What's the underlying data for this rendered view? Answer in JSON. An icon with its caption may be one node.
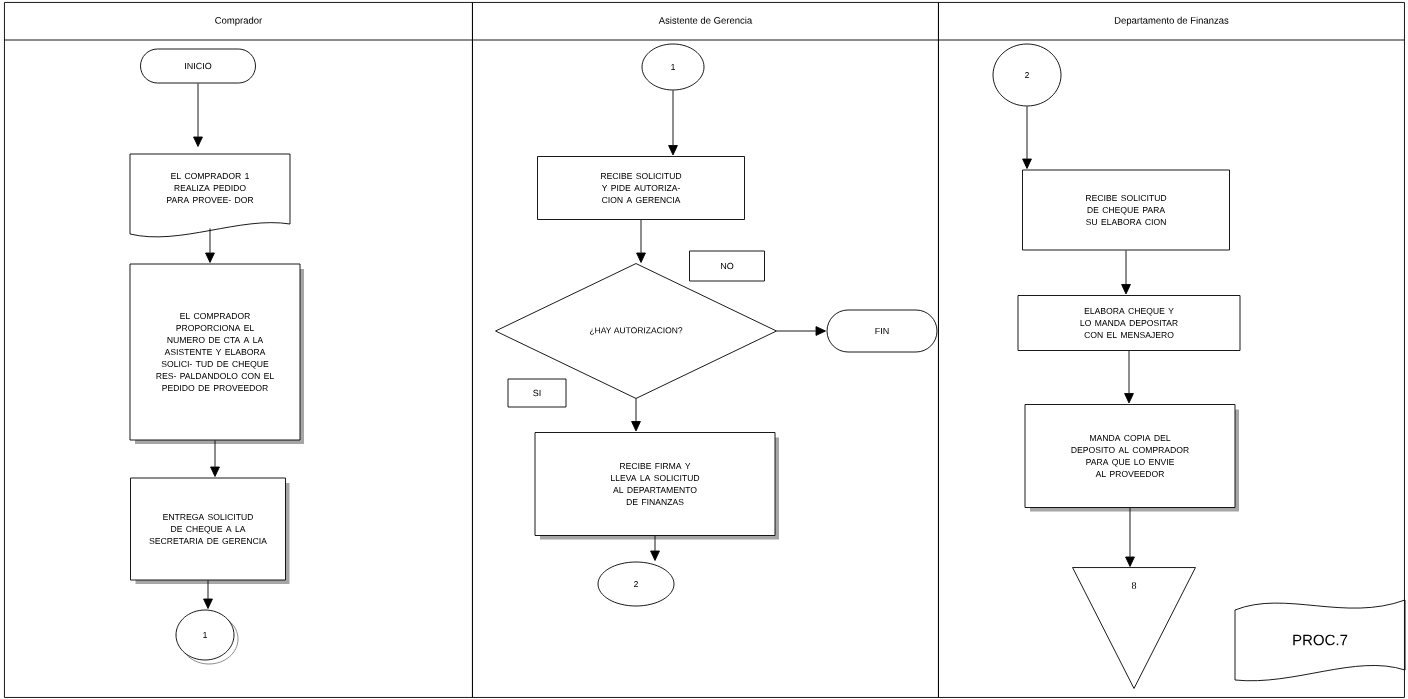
{
  "diagram": {
    "nodes": [
      {
        "text": [
          "Comprador"
        ]
      },
      {
        "text": [
          "Asistente de Gerencia"
        ]
      },
      {
        "text": [
          "Departamento de Finanzas"
        ]
      },
      {
        "text": [
          "INICIO"
        ],
        "in": 0
      },
      {
        "text": [
          "EL COMPRADOR 1 REALIZA PEDIDO PARA PROVEE- DOR"
        ],
        "in": 0
      },
      {
        "text": [
          "EL COMPRADOR PROPORCIONA EL NUMERO DE CTA A LA ASISTENTE Y ELABORA SOLICI- TUD DE CHEQUE RES- PALDANDOLO CON EL PEDIDO DE PROVEEDOR"
        ],
        "in": 0
      },
      {
        "text": [
          "ENTREGA SOLICITUD DE CHEQUE A LA SECRETARIA DE GERENCIA"
        ],
        "in": 0
      },
      {
        "text": [
          "1"
        ],
        "in": 0
      },
      {
        "text": [
          "1"
        ],
        "in": 1
      },
      {
        "text": [
          "RECIBE SOLICITUD Y PIDE AUTORIZA- CION A GERENCIA"
        ],
        "in": 1
      },
      {
        "text": [
          "¿HAY AUTORIZACION?"
        ],
        "in": 1
      },
      {
        "text": [
          "NO"
        ],
        "in": 1
      },
      {
        "text": [
          "FIN"
        ],
        "in": 1
      },
      {
        "text": [
          "SI"
        ],
        "in": 1
      },
      {
        "text": [
          "RECIBE FIRMA Y LLEVA LA SOLICITUD AL DEPARTAMENTO DE FINANZAS"
        ],
        "in": 1
      },
      {
        "text": [
          "2"
        ],
        "in": 1
      },
      {
        "text": [
          "2"
        ],
        "in": 2
      },
      {
        "text": [
          "RECIBE SOLICITUD DE CHEQUE PARA SU ELABORA CION"
        ],
        "in": 2
      },
      {
        "text": [
          "ELABORA CHEQUE Y LO MANDA DEPOSITAR CON EL MENSAJERO"
        ],
        "in": 2
      },
      {
        "text": [
          "MANDA COPIA DEL DEPOSITO AL COMPRADOR PARA QUE LO ENVIE AL PROVEEDOR"
        ],
        "in": 2
      },
      {
        "text": [
          "8"
        ],
        "in": 2
      },
      {
        "text": [
          "PROC.7"
        ],
        "in": 2
      }
    ],
    "edges": [
      {
        "from": 3,
        "to": 4,
        "arrow": "to"
      },
      {
        "from": 4,
        "to": 5,
        "arrow": "to"
      },
      {
        "from": 5,
        "to": 6,
        "arrow": "to"
      },
      {
        "from": 6,
        "to": 7,
        "arrow": "to"
      },
      {
        "from": 8,
        "to": 9,
        "arrow": "to"
      },
      {
        "from": 9,
        "to": 10,
        "arrow": "to"
      },
      {
        "from": 10,
        "to": 12,
        "arrow": "to"
      },
      {
        "from": 10,
        "to": 14,
        "arrow": "to"
      },
      {
        "from": 14,
        "to": 15,
        "arrow": "to"
      },
      {
        "from": 16,
        "to": 17,
        "arrow": "to"
      },
      {
        "from": 17,
        "to": 18,
        "arrow": "to"
      },
      {
        "from": 18,
        "to": 19,
        "arrow": "to"
      },
      {
        "from": 19,
        "to": 20,
        "arrow": "to"
      }
    ]
  }
}
